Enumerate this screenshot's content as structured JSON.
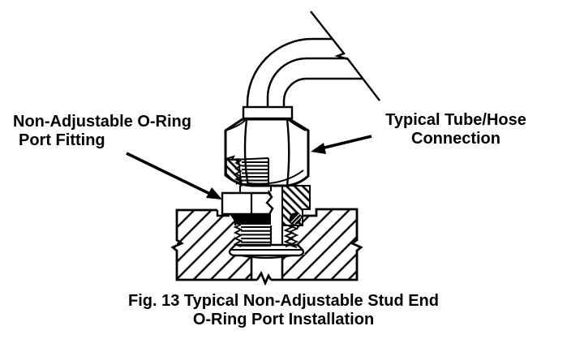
{
  "figure": {
    "colors": {
      "ink": "#000000",
      "background": "#ffffff"
    },
    "labels": {
      "port_fitting": {
        "line1": "Non-Adjustable O-Ring",
        "line2": "Port Fitting"
      },
      "tube_hose": {
        "line1": "Typical Tube/Hose",
        "line2": "Connection"
      }
    },
    "caption": {
      "line1": "Fig. 13 Typical Non-Adjustable Stud End",
      "line2": "O-Ring Port Installation"
    },
    "parts": [
      "tube-hose-assembly",
      "tube-break-symbol",
      "tube-collar",
      "swivel-nut",
      "nut-thread-cutaway",
      "port-fitting-hex",
      "o-ring-seal",
      "stud-threads",
      "stud-end-flare",
      "port-block-cross-section",
      "port-passage"
    ]
  }
}
